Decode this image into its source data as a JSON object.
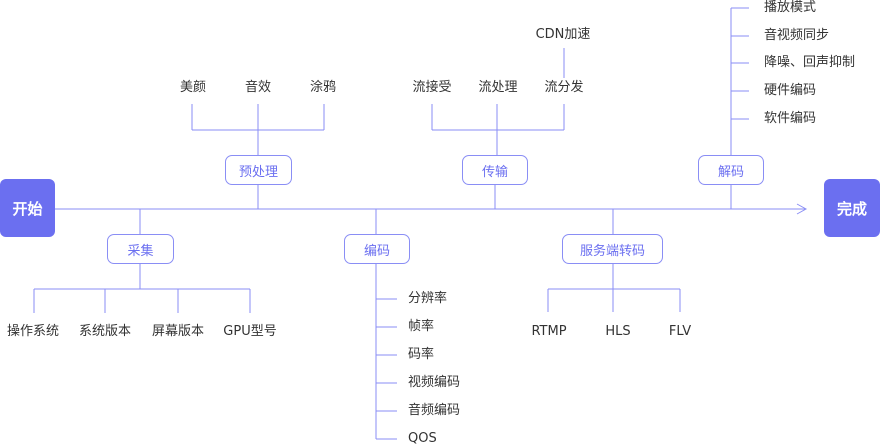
{
  "start": "开始",
  "end": "完成",
  "stages": {
    "preprocess": "预处理",
    "transfer": "传输",
    "decode": "解码",
    "collect": "采集",
    "encode": "编码",
    "server_transcode": "服务端转码"
  },
  "preprocess_items": [
    "美颜",
    "音效",
    "涂鸦"
  ],
  "transfer_items": [
    "流接受",
    "流处理",
    "流分发"
  ],
  "cdn": "CDN加速",
  "decode_items": [
    "播放模式",
    "音视频同步",
    "降噪、回声抑制",
    "硬件编码",
    "软件编码"
  ],
  "collect_items": [
    "操作系统",
    "系统版本",
    "屏幕版本",
    "GPU型号"
  ],
  "encode_items": [
    "分辨率",
    "帧率",
    "码率",
    "视频编码",
    "音频编码",
    "QOS"
  ],
  "server_items": [
    "RTMP",
    "HLS",
    "FLV"
  ],
  "colors": {
    "accent": "#6b6ff0",
    "line": "#8a8ef5",
    "text": "#333333"
  }
}
